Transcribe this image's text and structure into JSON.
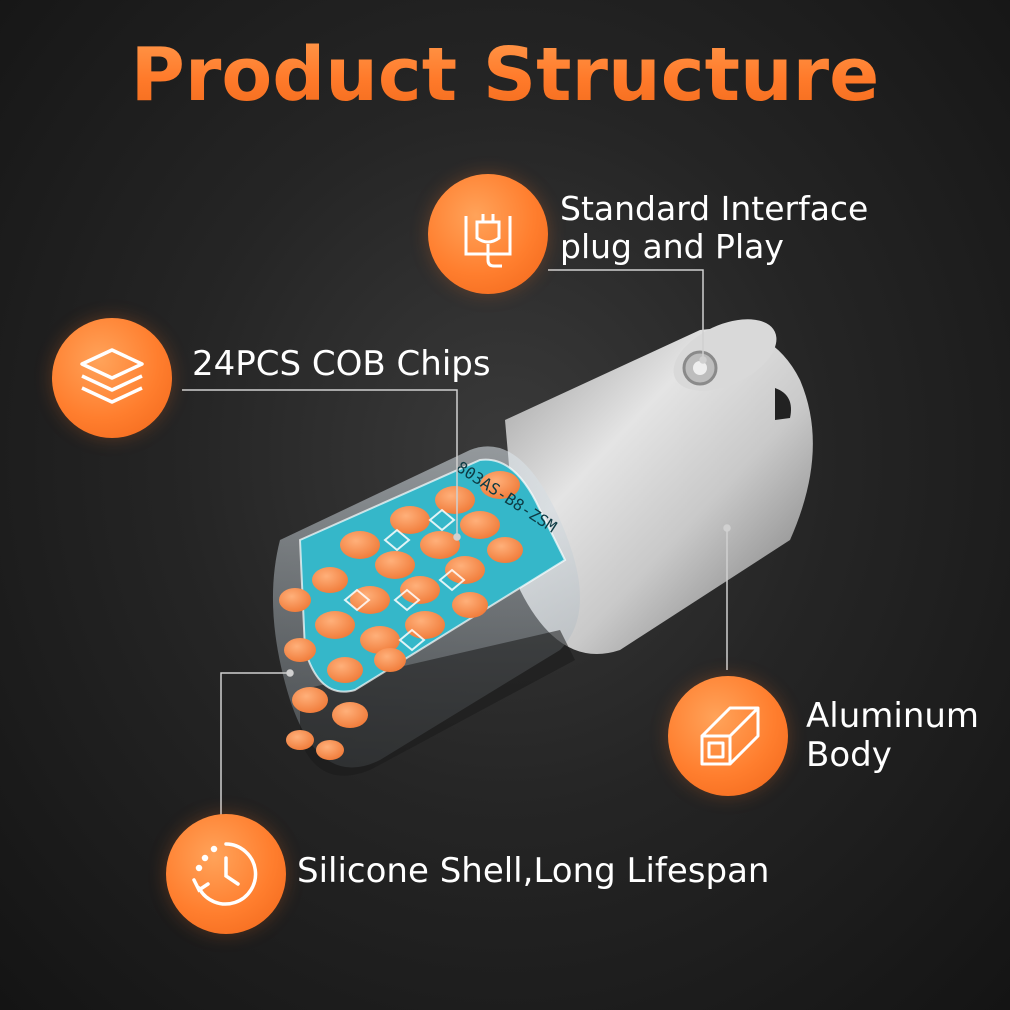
{
  "title": "Product Structure",
  "features": {
    "interface": {
      "line1": "Standard Interface",
      "line2": "plug and Play",
      "icon": "plug-icon"
    },
    "chips": {
      "label": "24PCS COB Chips",
      "icon": "layers-icon"
    },
    "body": {
      "line1": "Aluminum",
      "line2": "Body",
      "icon": "cube-icon"
    },
    "shell": {
      "label": "Silicone Shell,Long Lifespan",
      "icon": "clock-icon"
    }
  },
  "pcb_marking": "803AS-B8-ZSM",
  "colors": {
    "accent": "#ff7e2e",
    "background": "#262626",
    "text": "#ffffff"
  }
}
